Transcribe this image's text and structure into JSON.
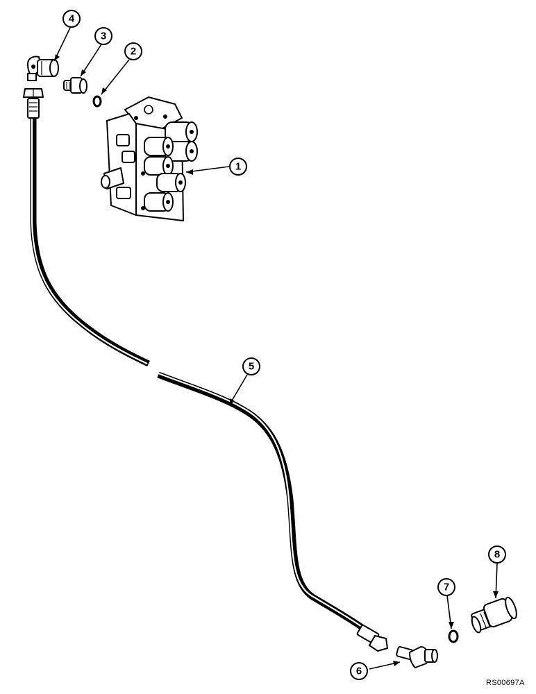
{
  "diagram": {
    "reference_code": "RS00697A",
    "callouts": [
      {
        "id": "callout-1",
        "label": "1"
      },
      {
        "id": "callout-2",
        "label": "2"
      },
      {
        "id": "callout-3",
        "label": "3"
      },
      {
        "id": "callout-4",
        "label": "4"
      },
      {
        "id": "callout-5",
        "label": "5"
      },
      {
        "id": "callout-6",
        "label": "6"
      },
      {
        "id": "callout-7",
        "label": "7"
      },
      {
        "id": "callout-8",
        "label": "8"
      }
    ]
  }
}
